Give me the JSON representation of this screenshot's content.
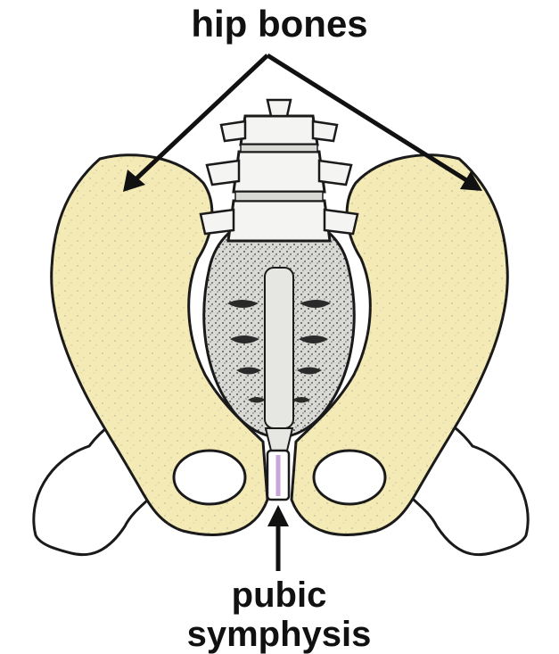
{
  "labels": {
    "top": "hip bones",
    "bottom_line1": "pubic",
    "bottom_line2": "symphysis"
  },
  "colors": {
    "bone_fill": "#f3eab6",
    "outline": "#1a1a1a",
    "spine_fill": "#f4f4f2",
    "shade": "#8a8a8a",
    "background": "#ffffff",
    "symphysis_accent": "#c9a6d8"
  }
}
